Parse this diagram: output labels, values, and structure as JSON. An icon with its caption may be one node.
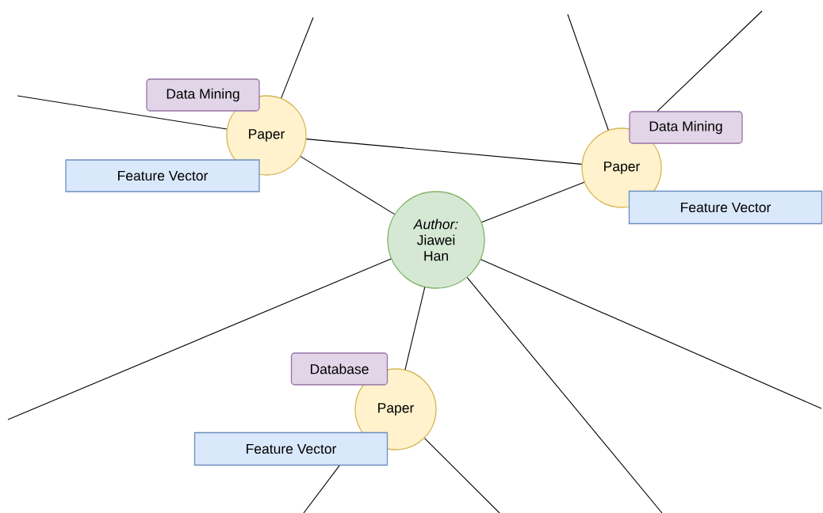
{
  "diagram": {
    "nodes": [
      {
        "text": [
          "Author:",
          "Jiawei Han"
        ]
      },
      {
        "text": [
          "Paper"
        ]
      },
      {
        "text": [
          "Data Mining"
        ]
      },
      {
        "text": [
          "Feature Vector"
        ]
      },
      {
        "text": [
          "Paper"
        ]
      },
      {
        "text": [
          "Data Mining"
        ]
      },
      {
        "text": [
          "Feature Vector"
        ]
      },
      {
        "text": [
          "Paper"
        ]
      },
      {
        "text": [
          "Database"
        ]
      },
      {
        "text": [
          "Feature Vector"
        ]
      }
    ],
    "edges": [
      {
        "from": 0,
        "to": 1,
        "arrow": "none"
      },
      {
        "from": 0,
        "to": 4,
        "arrow": "none"
      },
      {
        "from": 0,
        "to": 7,
        "arrow": "none"
      },
      {
        "from": 1,
        "to": 4,
        "arrow": "none"
      },
      {
        "from": 1,
        "to": null,
        "arrow": "none"
      },
      {
        "from": 1,
        "to": null,
        "arrow": "none"
      },
      {
        "from": 4,
        "to": null,
        "arrow": "none"
      },
      {
        "from": 5,
        "to": null,
        "arrow": "none"
      },
      {
        "from": 0,
        "to": null,
        "arrow": "none"
      },
      {
        "from": 0,
        "to": null,
        "arrow": "none"
      },
      {
        "from": 0,
        "to": null,
        "arrow": "none"
      },
      {
        "from": 7,
        "to": null,
        "arrow": "none"
      },
      {
        "from": 9,
        "to": null,
        "arrow": "none"
      }
    ]
  }
}
